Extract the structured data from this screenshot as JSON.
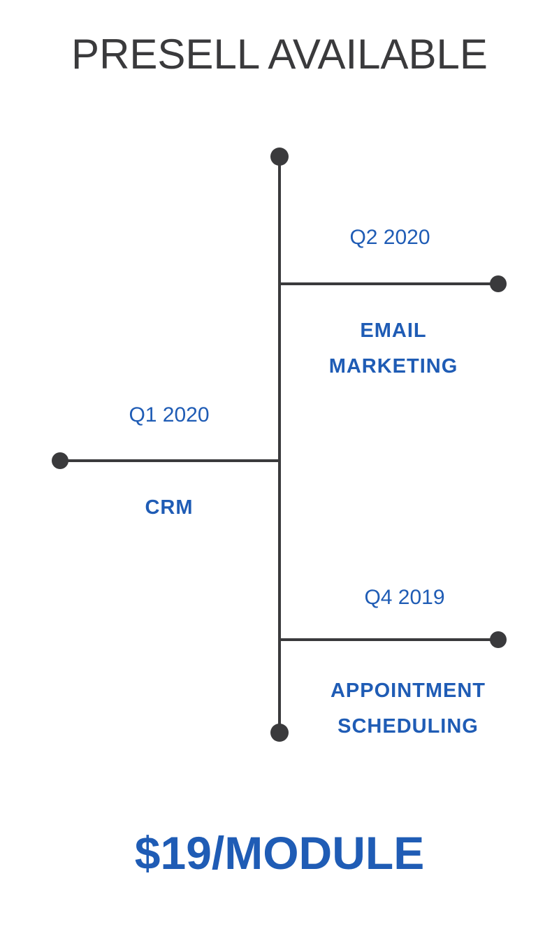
{
  "title": "PRESELL AVAILABLE",
  "price": "$19/MODULE",
  "colors": {
    "line": "#3a3a3c",
    "accent": "#1f5cb5",
    "title": "#3a3a3c"
  },
  "milestones": [
    {
      "date": "Q2 2020",
      "module": "EMAIL\nMARKETING"
    },
    {
      "date": "Q1 2020",
      "module": "CRM"
    },
    {
      "date": "Q4 2019",
      "module": "APPOINTMENT\nSCHEDULING"
    }
  ]
}
